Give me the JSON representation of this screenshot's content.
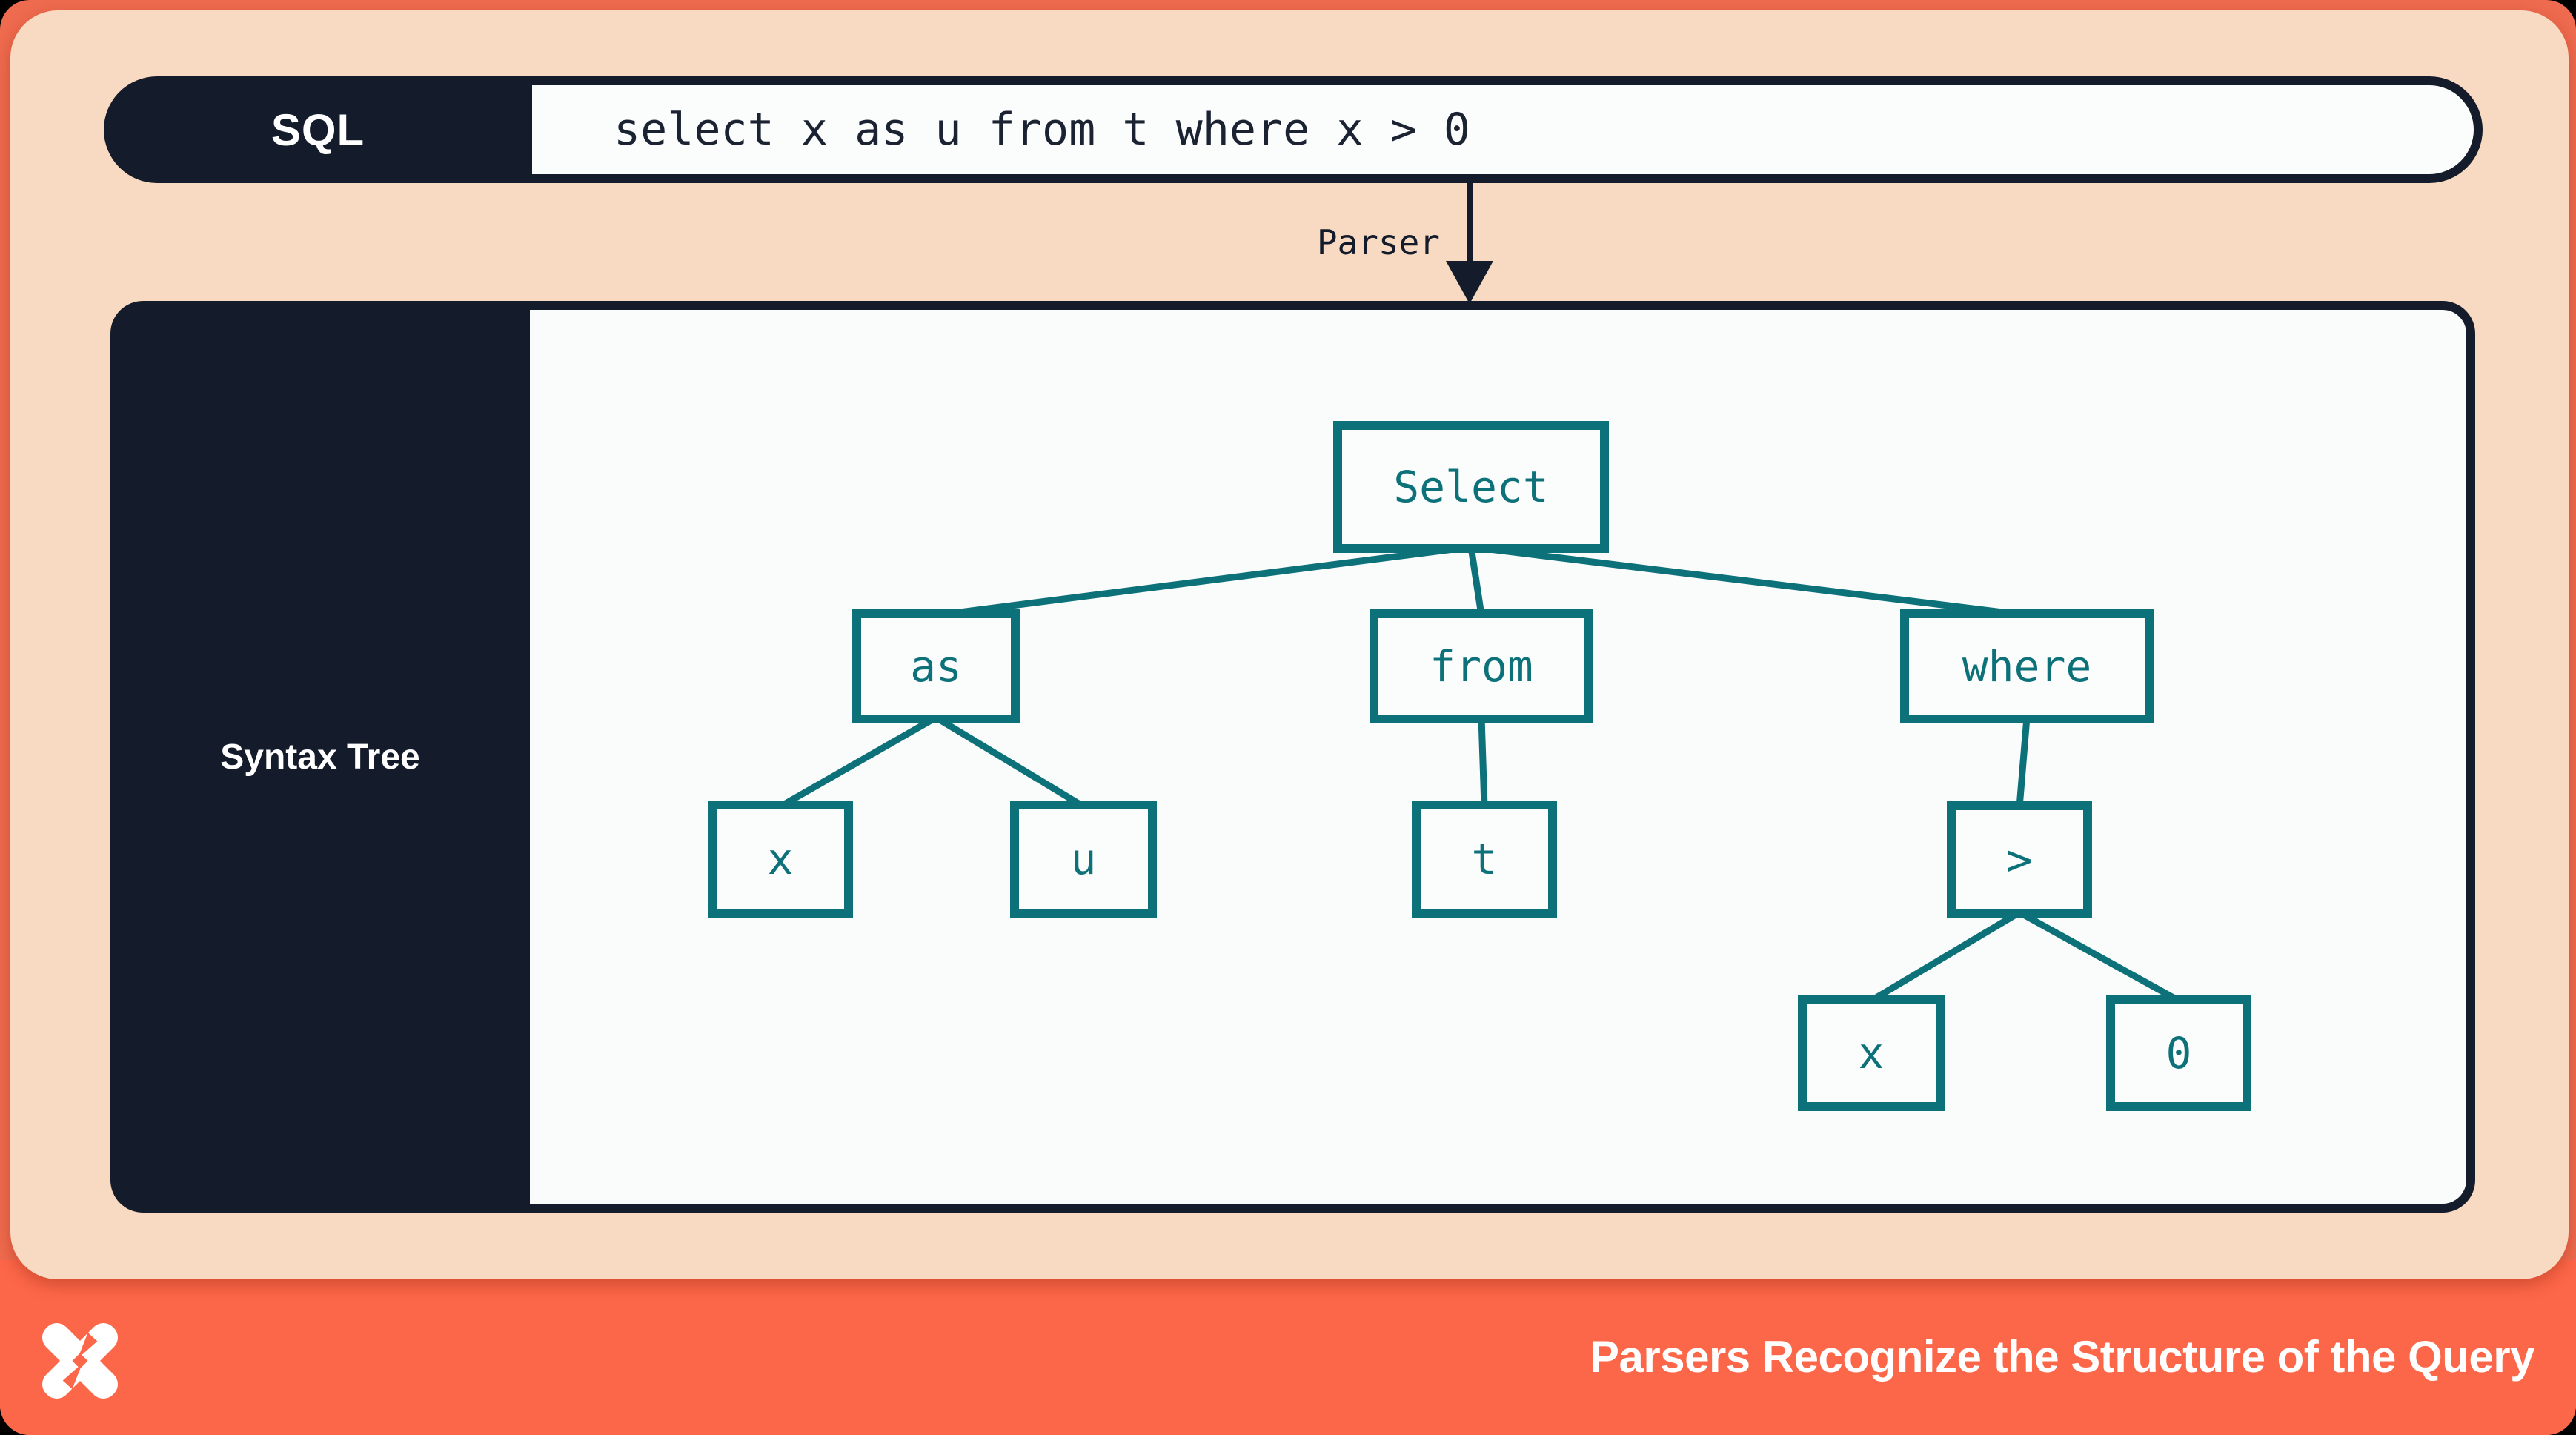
{
  "colors": {
    "coral_footer": "#fd6749",
    "coral_frame": "#ef6b4f",
    "peach": "#f8d9c2",
    "navy": "#141b2a",
    "teal": "#0d7179",
    "paper": "#fafbfb"
  },
  "sql_bar": {
    "label": "SQL",
    "query": "select x as u from t where x > 0"
  },
  "parser": {
    "label": "Parser"
  },
  "tree_panel": {
    "label": "Syntax Tree"
  },
  "tree": {
    "nodes": [
      {
        "id": "select",
        "label": "Select",
        "children": [
          "as",
          "from",
          "where"
        ]
      },
      {
        "id": "as",
        "label": "as",
        "children": [
          "x1",
          "u"
        ]
      },
      {
        "id": "from",
        "label": "from",
        "children": [
          "t"
        ]
      },
      {
        "id": "where",
        "label": "where",
        "children": [
          "gt"
        ]
      },
      {
        "id": "x1",
        "label": "x",
        "children": []
      },
      {
        "id": "u",
        "label": "u",
        "children": []
      },
      {
        "id": "t",
        "label": "t",
        "children": []
      },
      {
        "id": "gt",
        "label": ">",
        "children": [
          "x2",
          "zero"
        ]
      },
      {
        "id": "x2",
        "label": "x",
        "children": []
      },
      {
        "id": "zero",
        "label": "0",
        "children": []
      }
    ]
  },
  "footer": {
    "caption": "Parsers Recognize the Structure of the Query",
    "logo": "dolt-x-logo"
  }
}
